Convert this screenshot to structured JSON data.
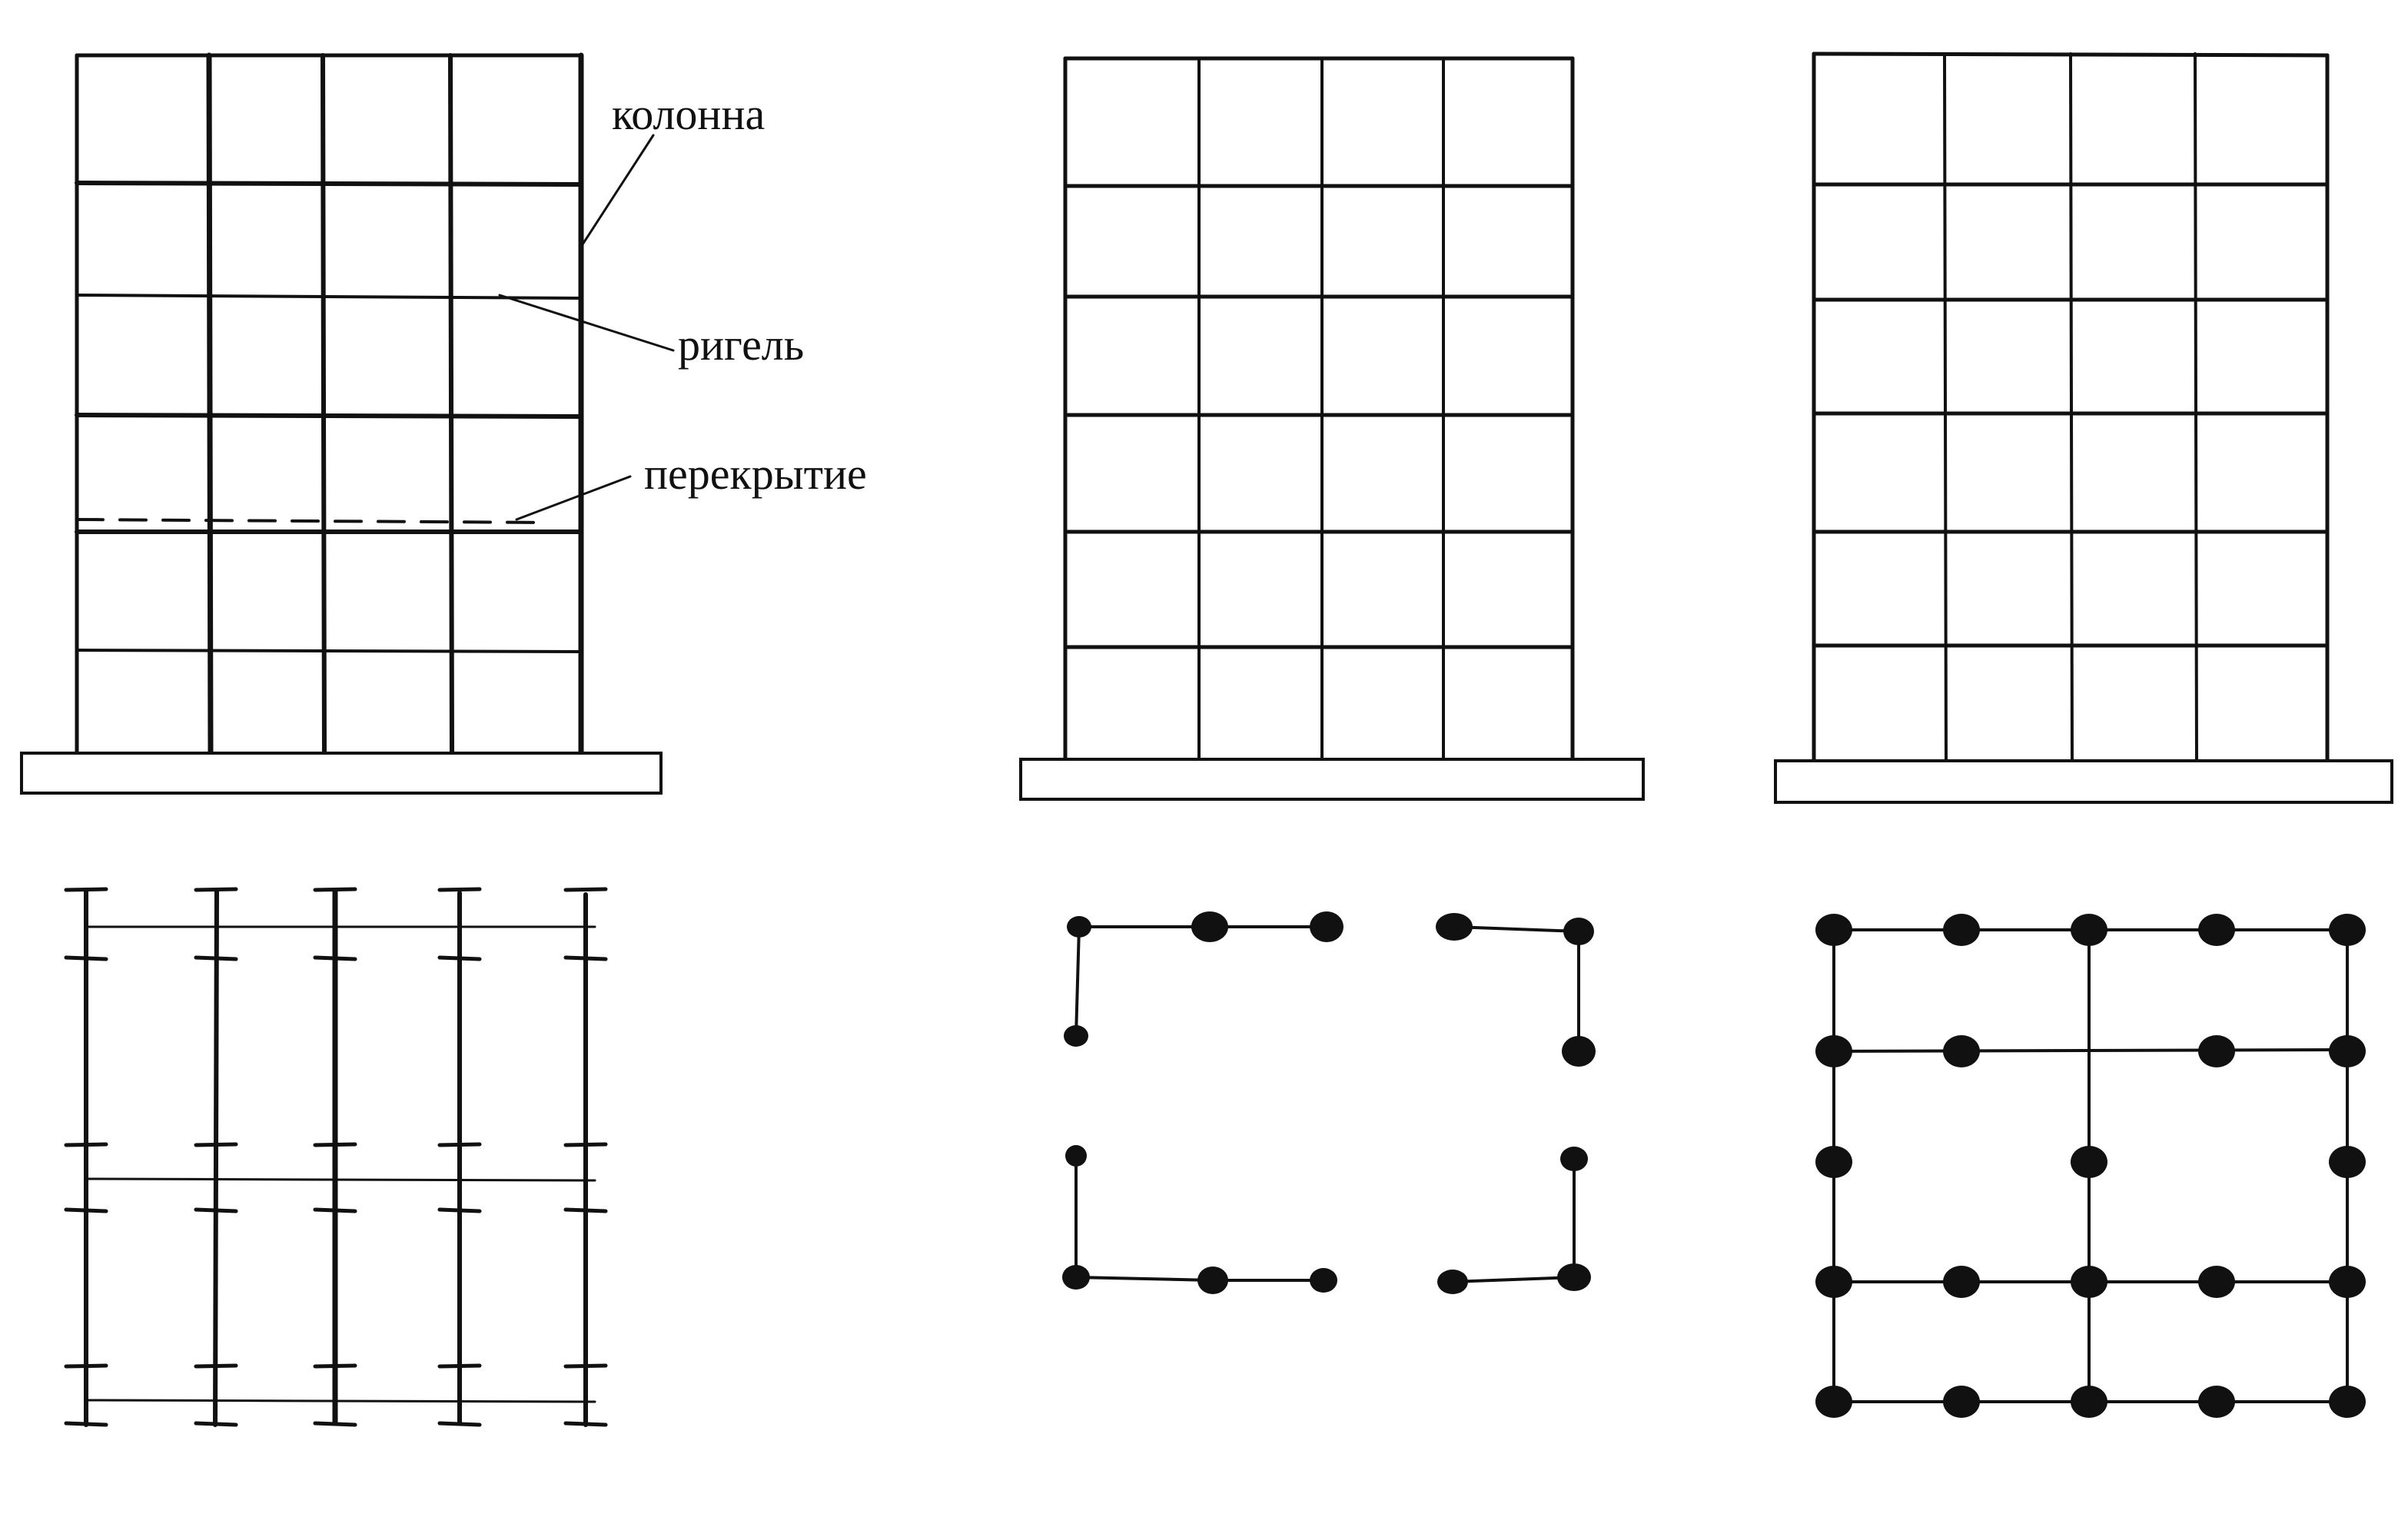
{
  "labels": {
    "column": "колонна",
    "beam": "ригель",
    "slab": "перекрытие"
  },
  "colors": {
    "ink": "#111111",
    "background": "#ffffff"
  }
}
